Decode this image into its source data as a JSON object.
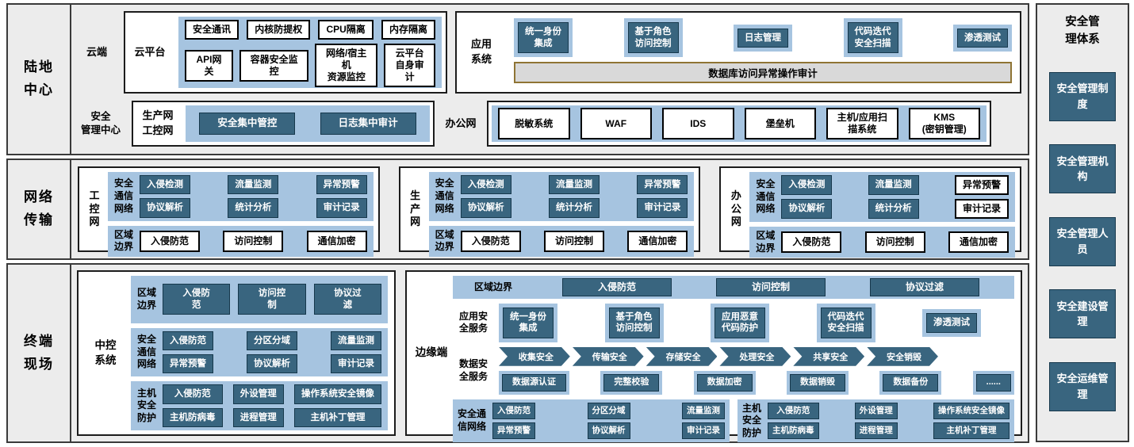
{
  "colors": {
    "dark_chip": "#39657f",
    "light_blue": "#a6c4e0",
    "section_bg": "#ececec",
    "audit_border": "#8f7434",
    "audit_bg": "#d9d9d9"
  },
  "land": {
    "label": "陆地\n中心",
    "cloud": {
      "label": "云端",
      "platform": {
        "label": "云平台",
        "row1": [
          "安全通讯",
          "内核防提权",
          "CPU隔离",
          "内存隔离"
        ],
        "row2": [
          "API网关",
          "容器安全监控",
          "网络/宿主机\n资源监控",
          "云平台\n自身审计"
        ]
      },
      "app": {
        "label": "应用\n系统",
        "chips": [
          "统一身份\n集成",
          "基于角色\n访问控制",
          "日志管理",
          "代码迭代\n安全扫描",
          "渗透测试"
        ],
        "audit": "数据库访问异常操作审计"
      }
    },
    "mgmt": {
      "label": "安全\n管理中心",
      "prod": {
        "label": "生产网\n工控网",
        "chips": [
          "安全集中管控",
          "日志集中审计"
        ]
      },
      "office": {
        "label": "办公网",
        "chips": [
          "脱敏系统",
          "WAF",
          "IDS",
          "堡垒机",
          "主机/应用扫描系统",
          "KMS\n(密钥管理)"
        ]
      }
    }
  },
  "network": {
    "label": "网络\n传输",
    "panels": [
      {
        "label": "工\n控\n网",
        "comm_label": "安全\n通信\n网络",
        "comm_chips": [
          "入侵检测",
          "流量监测",
          "异常预警",
          "协议解析",
          "统计分析",
          "审计记录"
        ],
        "bound_label": "区域\n边界",
        "bound_chips": [
          "入侵防范",
          "访问控制",
          "通信加密"
        ]
      },
      {
        "label": "生\n产\n网",
        "comm_label": "安全\n通信\n网络",
        "comm_chips": [
          "入侵检测",
          "流量监测",
          "异常预警",
          "协议解析",
          "统计分析",
          "审计记录"
        ],
        "bound_label": "区域\n边界",
        "bound_chips": [
          "入侵防范",
          "访问控制",
          "通信加密"
        ]
      },
      {
        "label": "办\n公\n网",
        "comm_label": "安全\n通信\n网络",
        "comm_chips": [
          "入侵检测",
          "流量监测",
          {
            "t": "异常预警",
            "v": "light"
          },
          "协议解析",
          "统计分析",
          {
            "t": "审计记录",
            "v": "light"
          }
        ],
        "bound_label": "区域\n边界",
        "bound_chips": [
          "入侵防范",
          "访问控制",
          "通信加密"
        ]
      }
    ]
  },
  "terminal": {
    "label": "终端\n现场",
    "central": {
      "label": "中控\n系统",
      "boundary": {
        "label": "区域\n边界",
        "chips": [
          "入侵防范",
          "访问控制",
          "协议过滤"
        ]
      },
      "comm": {
        "label": "安全\n通信\n网络",
        "chips": [
          "入侵防范",
          "分区分域",
          "流量监测",
          "异常预警",
          "协议解析",
          "审计记录"
        ]
      },
      "host": {
        "label": "主机\n安全\n防护",
        "chips": [
          "入侵防范",
          "外设管理",
          "操作系统安全镜像",
          "主机防病毒",
          "进程管理",
          "主机补丁管理"
        ]
      }
    },
    "edge": {
      "label": "边缘端",
      "boundary": {
        "label": "区域边界",
        "chips": [
          "入侵防范",
          "访问控制",
          "协议过滤"
        ]
      },
      "app": {
        "label": "应用安\n全服务",
        "chips": [
          "统一身份\n集成",
          "基于角色\n访问控制",
          "应用恶意\n代码防护",
          "代码迭代\n安全扫描",
          "渗透测试"
        ]
      },
      "data": {
        "label": "数据安\n全服务",
        "arrows": [
          "收集安全",
          "传输安全",
          "存储安全",
          "处理安全",
          "共享安全",
          "安全销毁"
        ],
        "chips": [
          "数据源认证",
          "完整校验",
          "数据加密",
          "数据销毁",
          "数据备份",
          "......"
        ]
      },
      "comm": {
        "label": "安全通\n信网络",
        "chips": [
          "入侵防范",
          "分区分域",
          "流量监测",
          "异常预警",
          "协议解析",
          "审计记录"
        ]
      },
      "host": {
        "label": "主机\n安全\n防护",
        "chips": [
          "入侵防范",
          "外设管理",
          "操作系统安全镜像",
          "主机防病毒",
          "进程管理",
          "主机补丁管理"
        ]
      }
    }
  },
  "sidebar": {
    "title": "安全管\n理体系",
    "items": [
      "安全管理制度",
      "安全管理机构",
      "安全管理人员",
      "安全建设管理",
      "安全运维管理"
    ]
  }
}
